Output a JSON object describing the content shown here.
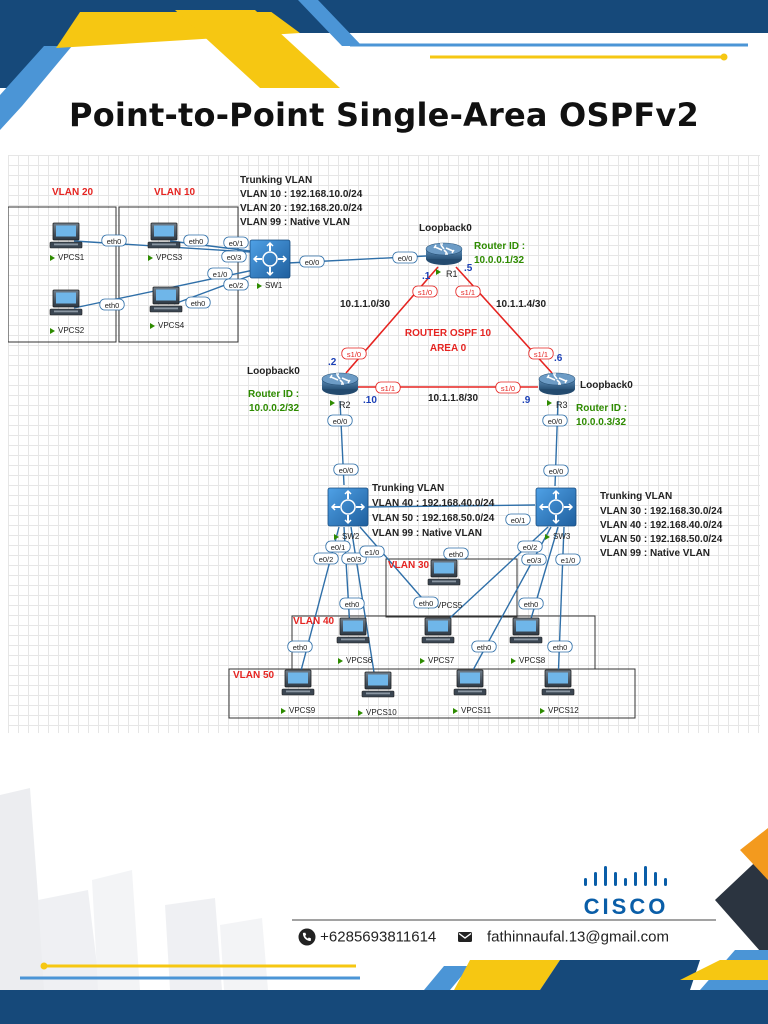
{
  "title": "Point-to-Point Single-Area OSPFv2",
  "diagram": {
    "vlan_zone_labels": [
      "VLAN 20",
      "VLAN 10",
      "VLAN 30",
      "VLAN 40",
      "VLAN 50"
    ],
    "sw1_trunk": [
      "Trunking VLAN",
      "VLAN 10 : 192.168.10.0/24",
      "VLAN 20 : 192.168.20.0/24",
      "VLAN 99 : Native VLAN"
    ],
    "sw2_trunk": [
      "Trunking VLAN",
      "VLAN 40 : 192.168.40.0/24",
      "VLAN 50 : 192.168.50.0/24",
      "VLAN 99 : Native VLAN"
    ],
    "sw3_trunk": [
      "Trunking VLAN",
      "VLAN 30 : 192.168.30.0/24",
      "VLAN 40 : 192.168.40.0/24",
      "VLAN 50 : 192.168.50.0/24",
      "VLAN 99 : Native VLAN"
    ],
    "routers": {
      "r1": {
        "name": "R1",
        "loopback": "Loopback0",
        "id_label": "Router ID :",
        "id_value": "10.0.0.1/32"
      },
      "r2": {
        "name": "R2",
        "loopback": "Loopback0",
        "id_label": "Router ID :",
        "id_value": "10.0.0.2/32"
      },
      "r3": {
        "name": "R3",
        "loopback": "Loopback0",
        "id_label": "Router ID :",
        "id_value": "10.0.0.3/32"
      }
    },
    "switches": {
      "sw1": "SW1",
      "sw2": "SW2",
      "sw3": "SW3"
    },
    "pcs": [
      "VPCS1",
      "VPCS2",
      "VPCS3",
      "VPCS4",
      "VPCS5",
      "VPCS6",
      "VPCS7",
      "VPCS8",
      "VPCS9",
      "VPCS10",
      "VPCS11",
      "VPCS12"
    ],
    "ospf": {
      "line1": "ROUTER OSPF 10",
      "line2": "AREA 0"
    },
    "networks": {
      "r1_r2": "10.1.1.0/30",
      "r1_r3": "10.1.1.4/30",
      "r2_r3": "10.1.1.8/30"
    },
    "host_addrs": {
      "r1_a": ".1",
      "r1_b": ".5",
      "r2_a": ".2",
      "r2_b": ".10",
      "r3_a": ".6",
      "r3_b": ".9"
    },
    "iface": {
      "s10": "s1/0",
      "s11": "s1/1",
      "e00": "e0/0",
      "e01": "e0/1",
      "e02": "e0/2",
      "e03": "e0/3",
      "e10": "e1/0",
      "eth0": "eth0"
    }
  },
  "footer": {
    "phone": "+6285693811614",
    "email": "fathinnaufal.13@gmail.com",
    "brand": "CISCO",
    "phone_icon": "phone-icon",
    "mail_icon": "mail-icon"
  },
  "colors": {
    "navy": "#16497a",
    "sky": "#4b95d6",
    "yellow": "#f6c712",
    "orange": "#f39a1e",
    "ospf_red": "#e52421",
    "router_id_green": "#2e8b00",
    "link_blue": "#2f6fa8"
  }
}
